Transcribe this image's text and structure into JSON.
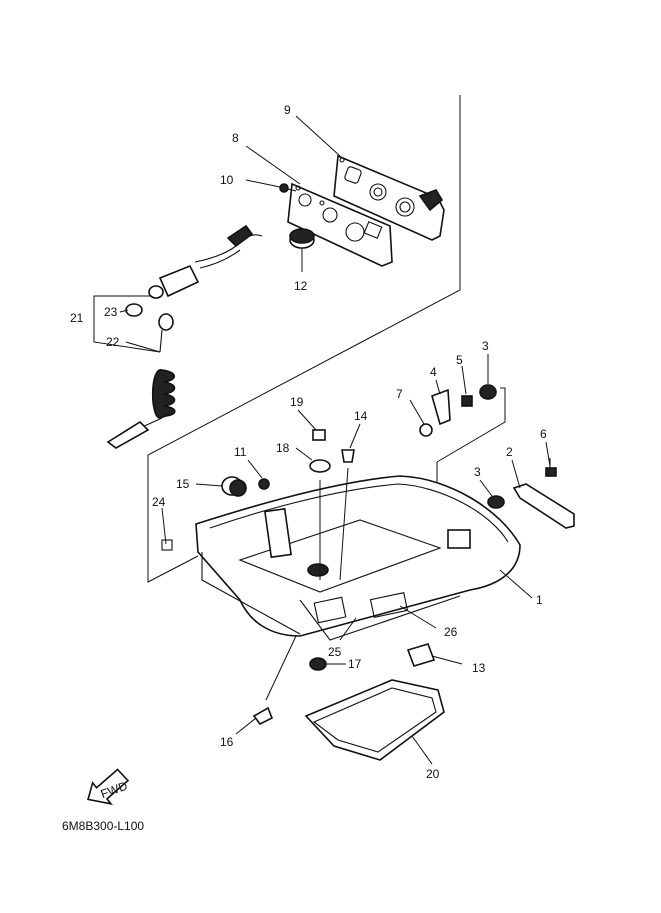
{
  "diagram": {
    "drawing_code": "6M8B300-L100",
    "fwd_label": "FWD",
    "callouts": [
      {
        "id": "c1",
        "text": "1"
      },
      {
        "id": "c2",
        "text": "2"
      },
      {
        "id": "c3a",
        "text": "3"
      },
      {
        "id": "c3b",
        "text": "3"
      },
      {
        "id": "c4",
        "text": "4"
      },
      {
        "id": "c5",
        "text": "5"
      },
      {
        "id": "c6",
        "text": "6"
      },
      {
        "id": "c7",
        "text": "7"
      },
      {
        "id": "c8",
        "text": "8"
      },
      {
        "id": "c9",
        "text": "9"
      },
      {
        "id": "c10",
        "text": "10"
      },
      {
        "id": "c11",
        "text": "11"
      },
      {
        "id": "c12",
        "text": "12"
      },
      {
        "id": "c13",
        "text": "13"
      },
      {
        "id": "c14",
        "text": "14"
      },
      {
        "id": "c15",
        "text": "15"
      },
      {
        "id": "c16",
        "text": "16"
      },
      {
        "id": "c17",
        "text": "17"
      },
      {
        "id": "c18",
        "text": "18"
      },
      {
        "id": "c19",
        "text": "19"
      },
      {
        "id": "c20",
        "text": "20"
      },
      {
        "id": "c21",
        "text": "21"
      },
      {
        "id": "c22",
        "text": "22"
      },
      {
        "id": "c23",
        "text": "23"
      },
      {
        "id": "c24",
        "text": "24"
      },
      {
        "id": "c25",
        "text": "25"
      },
      {
        "id": "c26",
        "text": "26"
      }
    ]
  }
}
